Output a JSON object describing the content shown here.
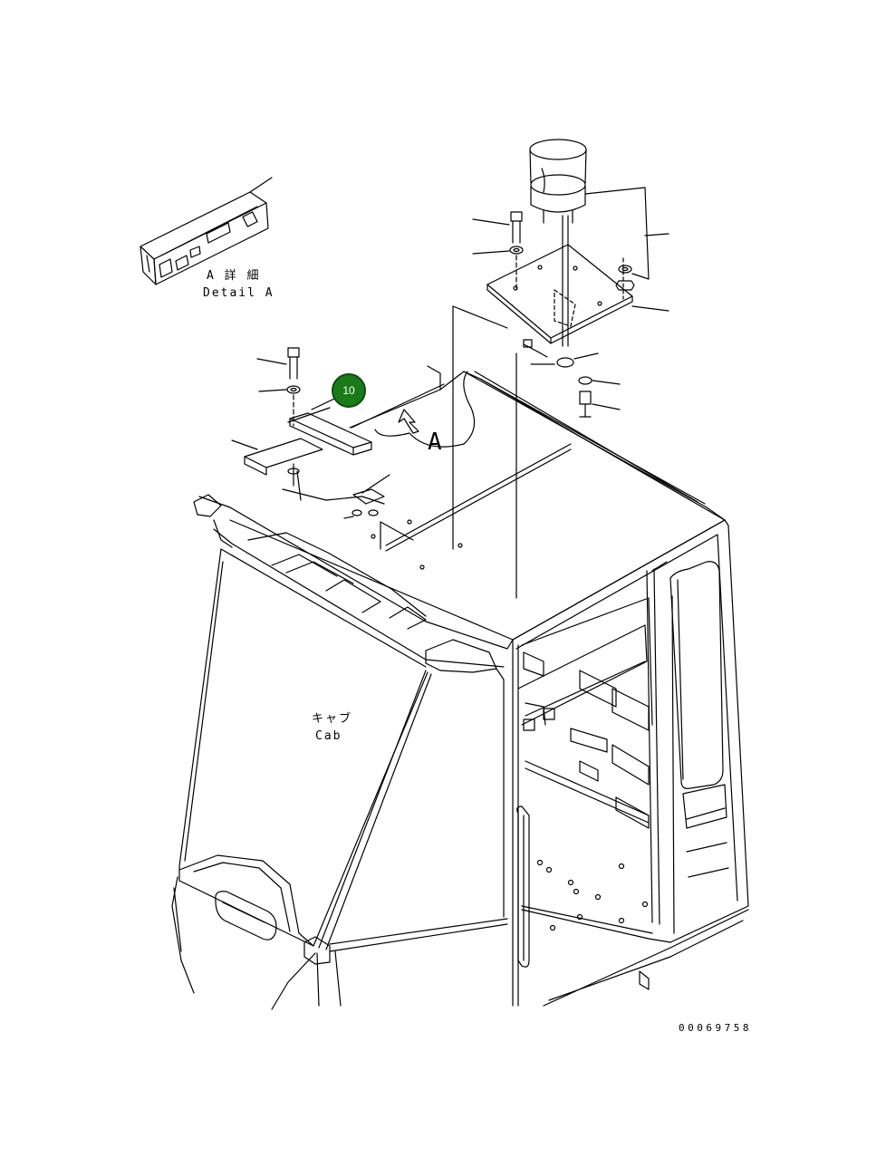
{
  "detail_label": {
    "jp": "A 詳 細",
    "en": "Detail A"
  },
  "cab_label": {
    "jp": "キャブ",
    "en": "Cab"
  },
  "view_marker": "A",
  "callout_badge": {
    "number": "10",
    "color": "#1a7a1a"
  },
  "drawing_number": "00069758",
  "colors": {
    "line": "#000000",
    "background": "#ffffff"
  }
}
